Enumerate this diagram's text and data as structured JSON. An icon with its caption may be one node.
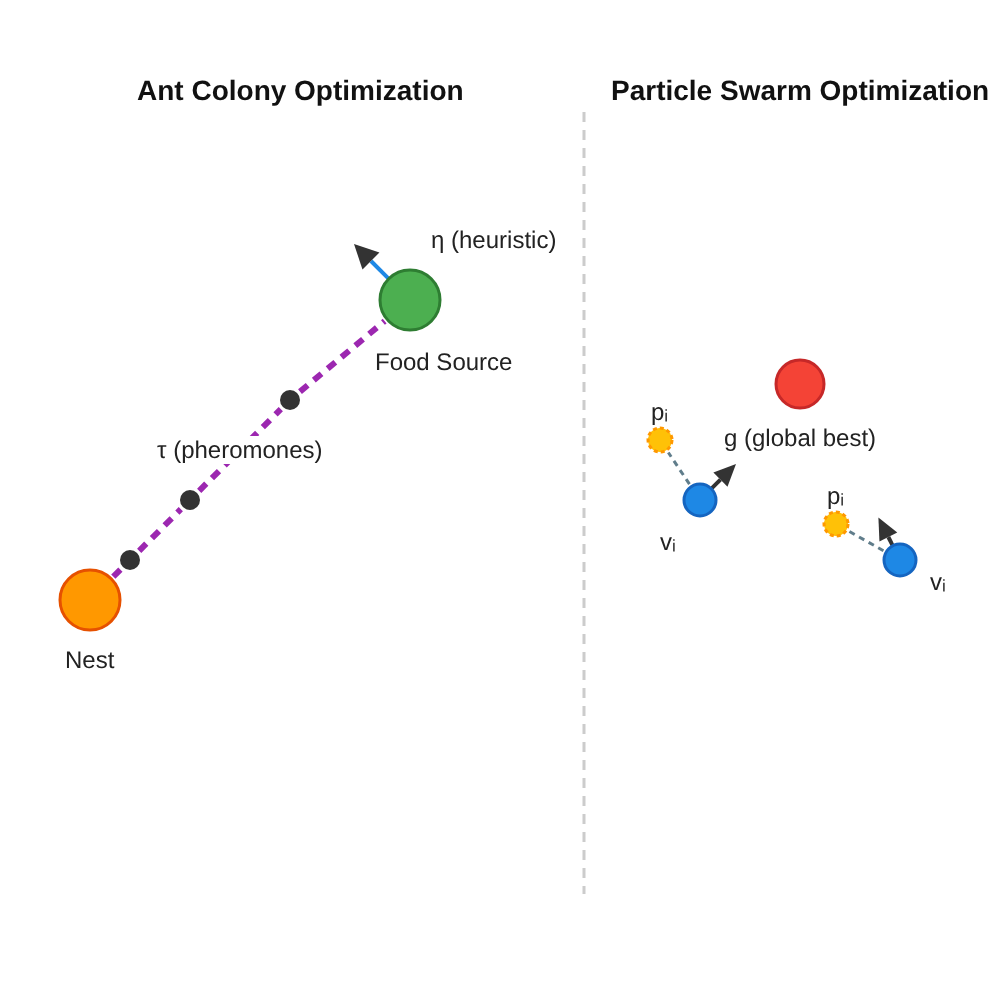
{
  "diagram": {
    "nodes": [
      {
        "text": [
          "Food Source"
        ]
      },
      {
        "text": [],
        "shape": "circle"
      },
      {
        "text": [],
        "shape": "circle"
      },
      {
        "text": [],
        "shape": "circle"
      },
      {
        "text": [
          "Nest"
        ]
      },
      {
        "text": [
          "g (global best)"
        ]
      },
      {
        "text": [
          "pᵢ"
        ]
      },
      {
        "text": [
          "vᵢ"
        ]
      },
      {
        "text": [
          "pᵢ"
        ]
      },
      {
        "text": [
          "vᵢ"
        ]
      }
    ],
    "edges": [
      {
        "from": 4,
        "to": 3,
        "arrow": "none",
        "style": "dashed"
      },
      {
        "from": 3,
        "to": 2,
        "arrow": "none",
        "style": "dashed"
      },
      {
        "from": 2,
        "to": 1,
        "arrow": "none",
        "style": "dashed",
        "label": "τ (pheromones)"
      },
      {
        "from": 1,
        "to": 0,
        "arrow": "none",
        "style": "dashed"
      },
      {
        "from": 7,
        "to": 6,
        "arrow": "none",
        "style": "dashed",
        "color": "#607d8b"
      },
      {
        "from": 9,
        "to": 8,
        "arrow": "none",
        "style": "dashed",
        "color": "#607d8b"
      }
    ],
    "labels": [
      "Ant Colony Optimization",
      "Particle Swarm Optimization",
      "η (heuristic)"
    ]
  }
}
